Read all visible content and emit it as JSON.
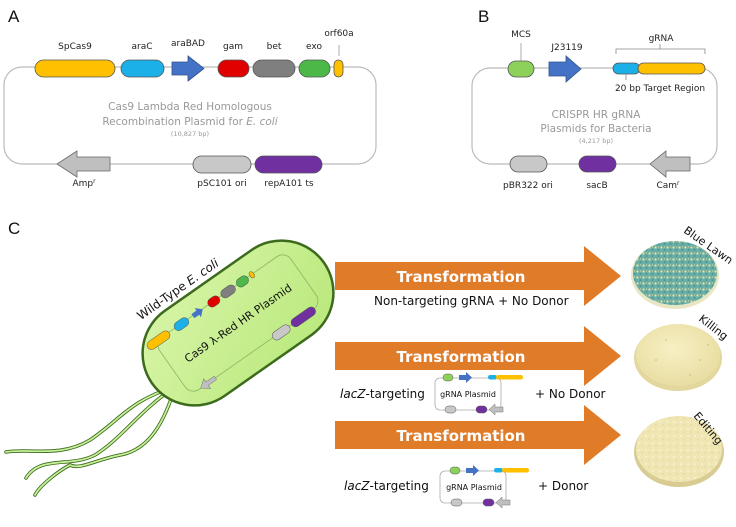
{
  "panels": {
    "a": {
      "letter": "A",
      "title_line1": "Cas9 Lambda Red Homologous",
      "title_line2": "Recombination Plasmid for",
      "title_species": "E. coli",
      "size": "(10,827 bp)",
      "genes_top": [
        {
          "name": "SpCas9",
          "color": "#FFC000"
        },
        {
          "name": "araC",
          "color": "#1CB0E8"
        },
        {
          "name": "araBAD",
          "color": "#4472C4"
        },
        {
          "name": "gam",
          "color": "#E00000"
        },
        {
          "name": "bet",
          "color": "#7F7F7F"
        },
        {
          "name": "exo",
          "color": "#4CB848"
        },
        {
          "name": "orf60a",
          "color": "#FFC000"
        }
      ],
      "genes_bottom": [
        {
          "name": "Amp",
          "sup": "r",
          "color": "#BFBFBF"
        },
        {
          "name": "pSC101 ori",
          "color": "#BFBFBF"
        },
        {
          "name": "repA101 ts",
          "color": "#7030A0"
        }
      ]
    },
    "b": {
      "letter": "B",
      "title_line1": "CRISPR HR gRNA",
      "title_line2": "Plasmids for Bacteria",
      "size": "(4,217 bp)",
      "genes_top": [
        {
          "name": "MCS",
          "color": "#8DD05A"
        },
        {
          "name": "J23119",
          "color": "#4472C4"
        },
        {
          "name": "gRNA",
          "color": "#FFC000"
        },
        {
          "name": "20 bp Target Region",
          "color": "#1CB0E8"
        }
      ],
      "genes_bottom": [
        {
          "name": "pBR322 ori",
          "color": "#BFBFBF"
        },
        {
          "name": "sacB",
          "color": "#7030A0"
        },
        {
          "name": "Cam",
          "sup": "r",
          "color": "#BFBFBF"
        }
      ]
    },
    "c": {
      "letter": "C",
      "cell_label_prefix": "Wild-Type ",
      "cell_label_species": "E. coli",
      "cell_plasmid_label": "Cas9 λ-Red HR Plasmid",
      "arrow_color": "#E07B28",
      "rows": [
        {
          "arrow_label": "Transformation",
          "caption": "Non-targeting gRNA + No Donor",
          "plate_label": "Blue Lawn",
          "outcome": "blue-lawn"
        },
        {
          "arrow_label": "Transformation",
          "caption_italic": "lacZ",
          "caption_pre": "-targeting",
          "plasmid_label": "gRNA Plasmid",
          "caption_post": "+ No Donor",
          "plate_label": "Killing",
          "outcome": "killing"
        },
        {
          "arrow_label": "Transformation",
          "caption_italic": "lacZ",
          "caption_pre": "-targeting",
          "plasmid_label": "gRNA Plasmid",
          "caption_post": "+ Donor",
          "plate_label": "Editing",
          "outcome": "editing"
        }
      ]
    }
  }
}
